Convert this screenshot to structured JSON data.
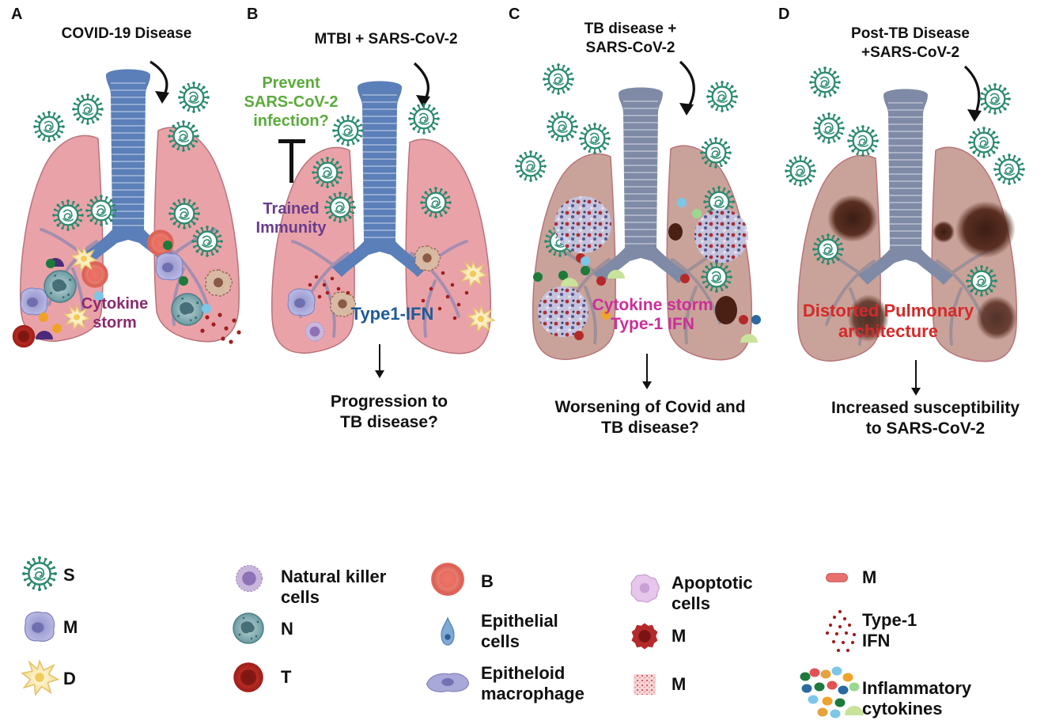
{
  "panels": [
    {
      "letter": "A",
      "title": [
        "COVID-19 Disease"
      ],
      "center": [
        "Cytokine",
        "storm"
      ],
      "center_color": "#8b2a6e",
      "outcome": [],
      "side": [],
      "side2": []
    },
    {
      "letter": "B",
      "title": [
        "MTBI + SARS-CoV-2"
      ],
      "center": [
        "Type1-IFN"
      ],
      "center_color": "#1f5a96",
      "outcome": [
        "Progression to",
        "TB disease?"
      ],
      "side": [
        "Prevent",
        "SARS-CoV-2",
        "infection?"
      ],
      "side_color": "#5aab3c",
      "side2": [
        "Trained",
        "Immunity"
      ],
      "side2_color": "#6a3c8e"
    },
    {
      "letter": "C",
      "title": [
        "TB disease +",
        "SARS-CoV-2"
      ],
      "center": [
        "Cytokine storm",
        "Type-1 IFN"
      ],
      "center_color": "#cc2e9a",
      "outcome": [
        "Worsening of Covid and",
        "TB disease?"
      ],
      "side": [],
      "side2": []
    },
    {
      "letter": "D",
      "title": [
        "Post-TB Disease",
        "+SARS-CoV-2"
      ],
      "center": [
        "Distorted Pulmonary",
        "architecture"
      ],
      "center_color": "#d42a2a",
      "outcome": [
        "Increased susceptibility",
        "to SARS-CoV-2"
      ],
      "side": [],
      "side2": []
    }
  ],
  "legend": {
    "sars": "SARS-CoV-2",
    "macrophage": "Macrophage",
    "dendritic": "Dendritic cells",
    "nk": [
      "Natural killer",
      "cells"
    ],
    "neutrophils": "Neutrophils",
    "tcells": "T cells",
    "bcells": "B cells",
    "epithelial": [
      "Epithelial",
      "cells"
    ],
    "epitheloid": [
      "Epitheloid",
      "macrophage"
    ],
    "apoptotic": [
      "Apoptotic",
      "cells"
    ],
    "mdsc": "MDSC",
    "matrix": "Matrix",
    "mtb": "Mtb",
    "ifn": [
      "Type-1",
      "IFN"
    ],
    "cytokines": [
      "Inflammatory",
      "cytokines"
    ]
  },
  "colors": {
    "lung_healthy": "#e9a3a8",
    "lung_tb": "#c9a399",
    "trachea": "#5b7fb8",
    "trachea_tb": "#7f8aa6",
    "virus": "#2a8a6e",
    "text": "#111111"
  }
}
